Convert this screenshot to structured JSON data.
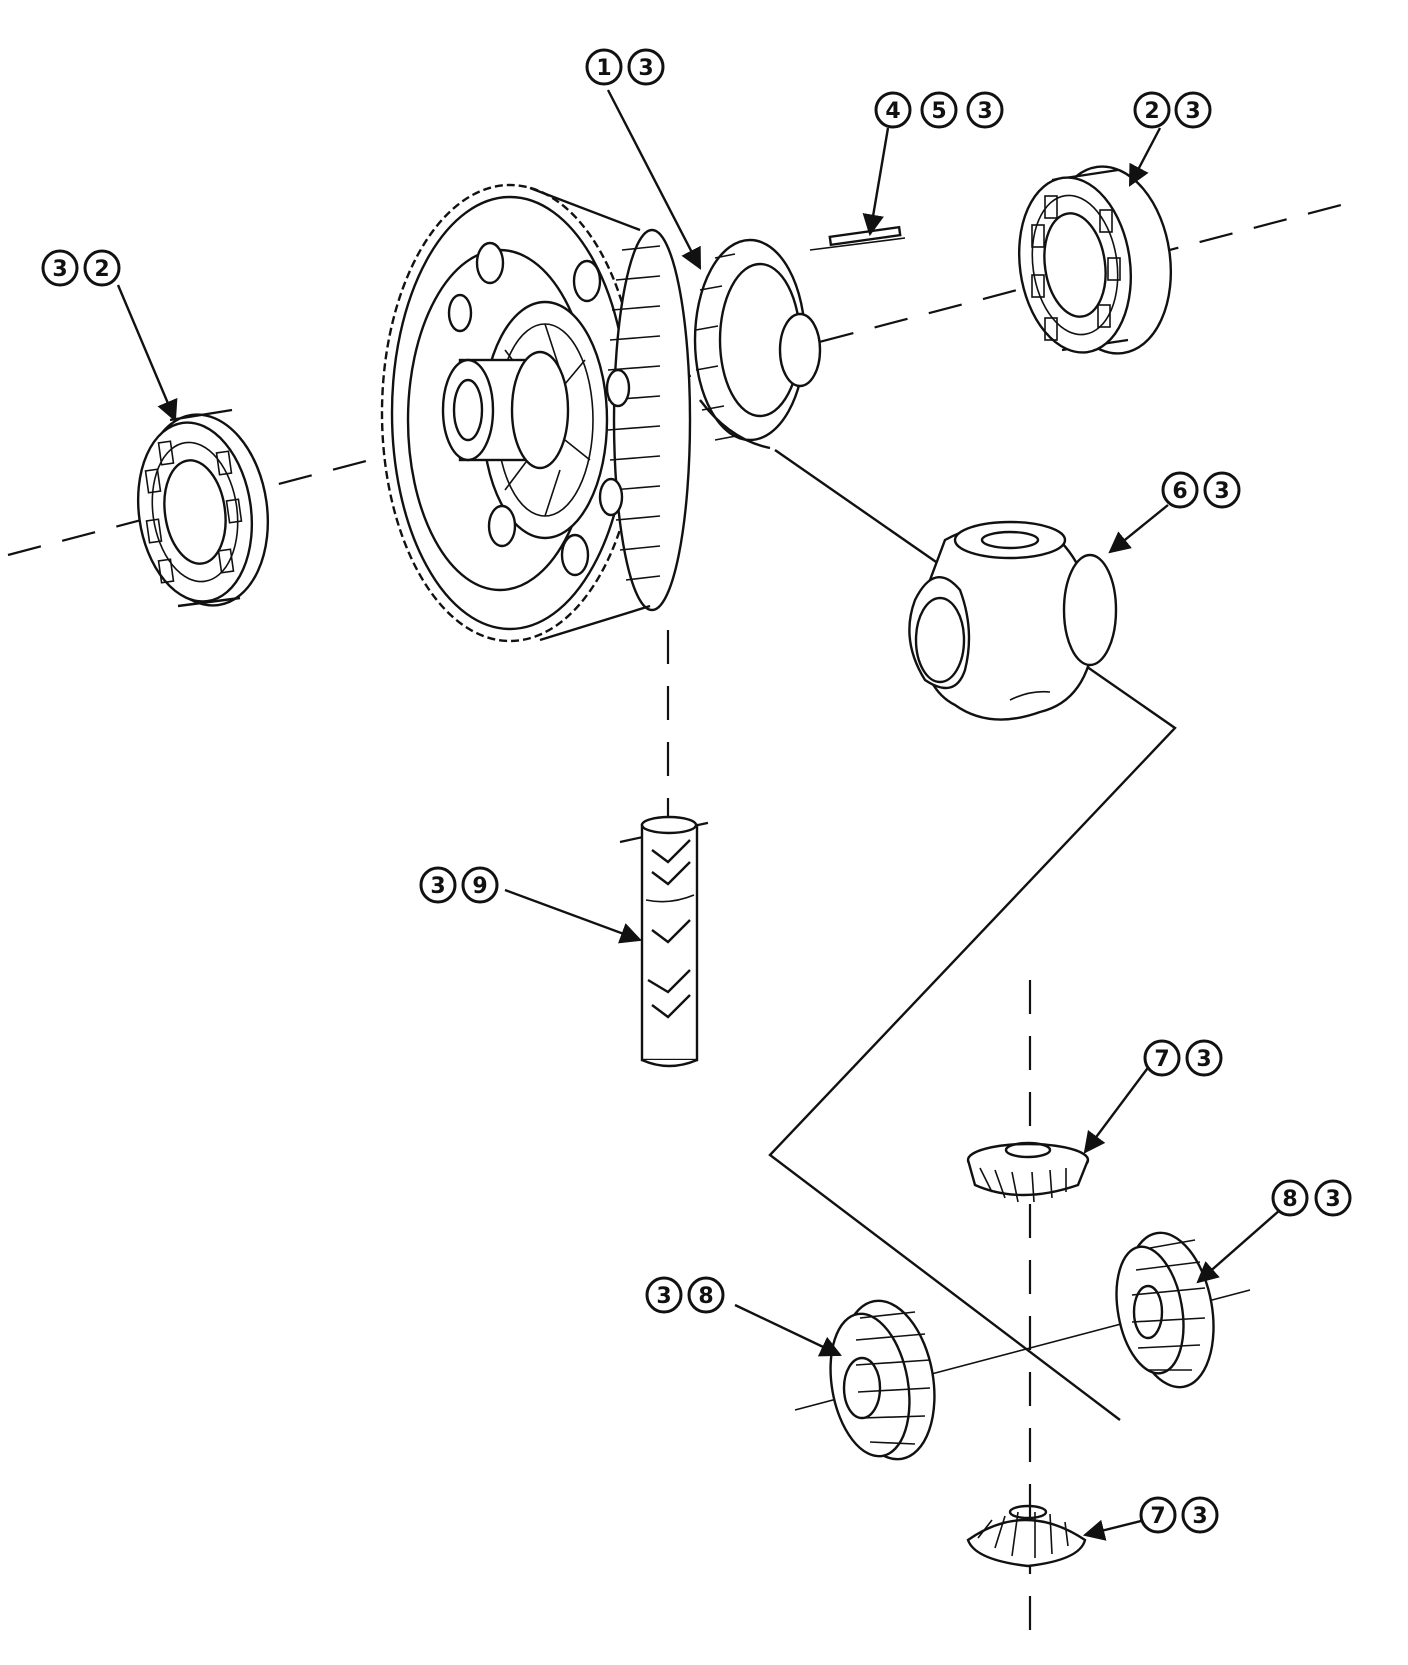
{
  "callouts": [
    {
      "id": "c-1-3",
      "nums": [
        "1",
        "3"
      ]
    },
    {
      "id": "c-4-5-3",
      "nums": [
        "4",
        "5",
        "3"
      ]
    },
    {
      "id": "c-2-3-top",
      "nums": [
        "2",
        "3"
      ]
    },
    {
      "id": "c-3-2-left",
      "nums": [
        "3",
        "2"
      ]
    },
    {
      "id": "c-6-3",
      "nums": [
        "6",
        "3"
      ]
    },
    {
      "id": "c-3-9",
      "nums": [
        "3",
        "9"
      ]
    },
    {
      "id": "c-7-3-upper",
      "nums": [
        "7",
        "3"
      ]
    },
    {
      "id": "c-8-3",
      "nums": [
        "8",
        "3"
      ]
    },
    {
      "id": "c-3-8",
      "nums": [
        "3",
        "8"
      ]
    },
    {
      "id": "c-7-3-lower",
      "nums": [
        "7",
        "3"
      ]
    }
  ],
  "colors": {
    "ink": "#111111",
    "paper": "#ffffff"
  }
}
